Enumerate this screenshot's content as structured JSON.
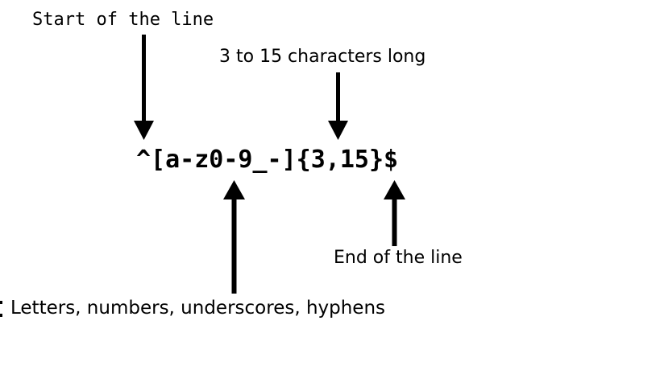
{
  "diagram": {
    "type": "regex-annotation-diagram",
    "background_color": "#ffffff",
    "ink_color": "#000000",
    "expression": "^[a-z0-9_-]{3,15}$",
    "annotations": [
      {
        "id": "start-of-line",
        "label": "Start of the line",
        "explains_token": "^",
        "arrow_direction": "down",
        "font_style": "monospace"
      },
      {
        "id": "length-quantifier",
        "label": "3 to 15 characters long",
        "explains_token": "{3,15}",
        "arrow_direction": "down",
        "font_style": "sans-serif"
      },
      {
        "id": "character-class",
        "label": "Letters, numbers, underscores, hyphens",
        "explains_token": "[a-z0-9_-]",
        "arrow_direction": "up",
        "font_style": "sans-serif"
      },
      {
        "id": "end-of-line",
        "label": "End of the line",
        "explains_token": "$",
        "arrow_direction": "up",
        "font_style": "sans-serif"
      }
    ]
  }
}
